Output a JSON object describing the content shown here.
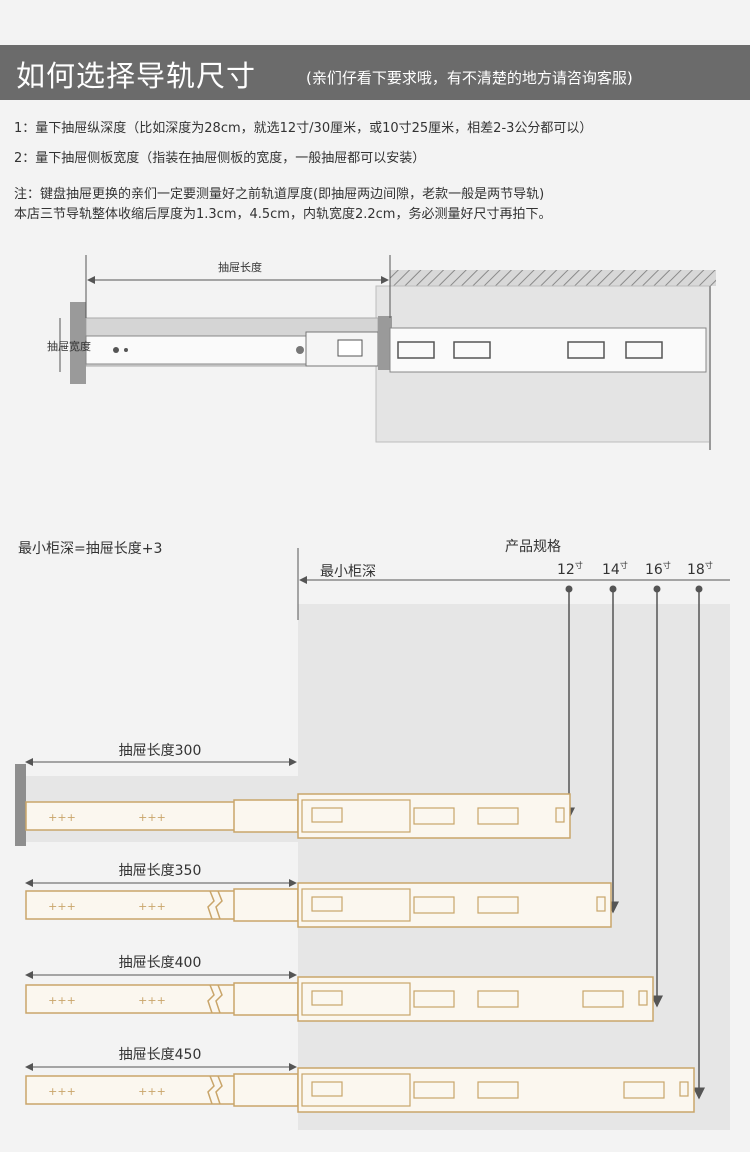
{
  "header": {
    "title": "如何选择导轨尺寸",
    "subtitle": "(亲们仔看下要求哦，有不清楚的地方请咨询客服)"
  },
  "instructions": [
    "1：量下抽屉纵深度（比如深度为28cm，就选12寸/30厘米，或10寸25厘米，相差2-3公分都可以）",
    "2：量下抽屉侧板宽度（指装在抽屉侧板的宽度，一般抽屉都可以安装）"
  ],
  "notes": [
    "注：键盘抽屉更换的亲们一定要测量好之前轨道厚度(即抽屉两边间隙，老款一般是两节导轨)",
    "本店三节导轨整体收缩后厚度为1.3cm，4.5cm，内轨宽度2.2cm，务必测量好尺寸再拍下。"
  ],
  "top_diagram": {
    "length_label": "抽屉长度",
    "width_label": "抽屉宽度"
  },
  "bottom_diagram": {
    "formula": "最小柜深=抽屉长度+3",
    "spec_title": "产品规格",
    "min_depth_label": "最小柜深",
    "sizes": [
      {
        "value": "12",
        "unit": "寸"
      },
      {
        "value": "14",
        "unit": "寸"
      },
      {
        "value": "16",
        "unit": "寸"
      },
      {
        "value": "18",
        "unit": "寸"
      }
    ],
    "drawer_lengths": [
      "抽屉长度300",
      "抽屉长度350",
      "抽屉长度400",
      "抽屉长度450"
    ]
  },
  "colors": {
    "header_bg": "#6b6b6b",
    "rail_outline": "#c9a56a",
    "rail_fill": "#fbf7ef",
    "cabinet_fill": "#e6e6e6"
  }
}
